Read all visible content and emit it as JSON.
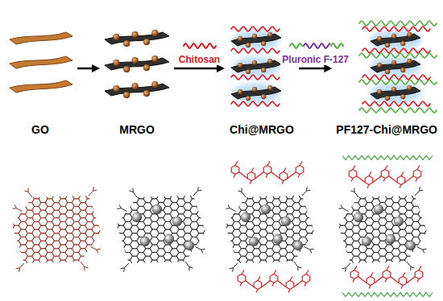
{
  "diagram": {
    "nodes": [
      {
        "text": [
          "GO"
        ]
      },
      {
        "text": [
          "MRGO"
        ]
      },
      {
        "text": [
          "Chi@MRGO"
        ]
      },
      {
        "text": [
          "PF127-Chi@MRGO"
        ]
      }
    ],
    "edges": [
      {
        "from": 0,
        "to": 1,
        "arrow": "to"
      },
      {
        "from": 1,
        "to": 2,
        "label": "Chitosan",
        "arrow": "to"
      },
      {
        "from": 2,
        "to": 3,
        "label": "Pluronic F-127",
        "arrow": "to"
      }
    ]
  }
}
